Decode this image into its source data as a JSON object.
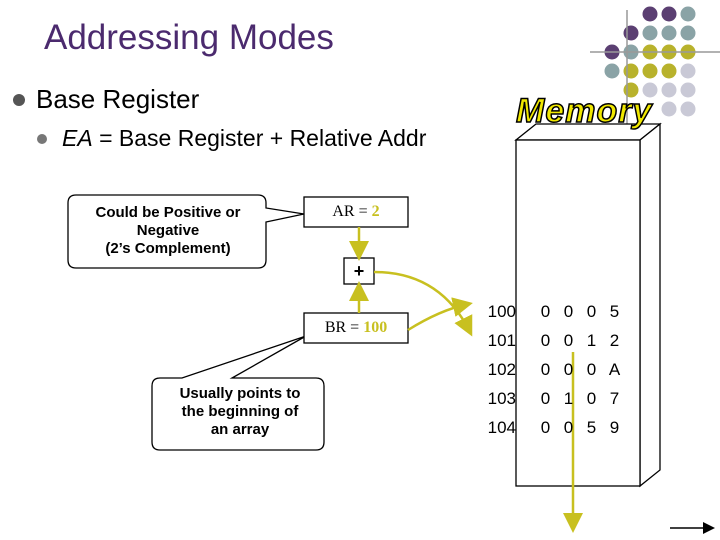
{
  "title": "Addressing Modes",
  "bullets": {
    "level1": "Base Register",
    "level2": "EA = Base Register + Relative Addr"
  },
  "callouts": {
    "sign": [
      "Could be Positive or",
      "Negative",
      "(2’s Complement)"
    ],
    "array": [
      "Usually points to",
      "the beginning of",
      "an array"
    ]
  },
  "registers": {
    "ar_label": "AR =",
    "ar_value": "2",
    "br_label": "BR =",
    "br_value": "100",
    "adder": "+"
  },
  "memory": {
    "label": "Memory",
    "rows": [
      {
        "addr": "100",
        "digits": [
          "0",
          "0",
          "0",
          "5"
        ]
      },
      {
        "addr": "101",
        "digits": [
          "0",
          "0",
          "1",
          "2"
        ]
      },
      {
        "addr": "102",
        "digits": [
          "0",
          "0",
          "0",
          "A"
        ]
      },
      {
        "addr": "103",
        "digits": [
          "0",
          "1",
          "0",
          "7"
        ]
      },
      {
        "addr": "104",
        "digits": [
          "0",
          "0",
          "5",
          "9"
        ]
      }
    ]
  },
  "colors": {
    "title": "#4b2a6e",
    "decor_purple": "#5b3f72",
    "decor_teal": "#8aa3a6",
    "decor_yellow": "#b8b22c",
    "decor_light": "#c9c9d6",
    "register_value": "#c8c020",
    "memory_label_fill": "#f0e800"
  }
}
